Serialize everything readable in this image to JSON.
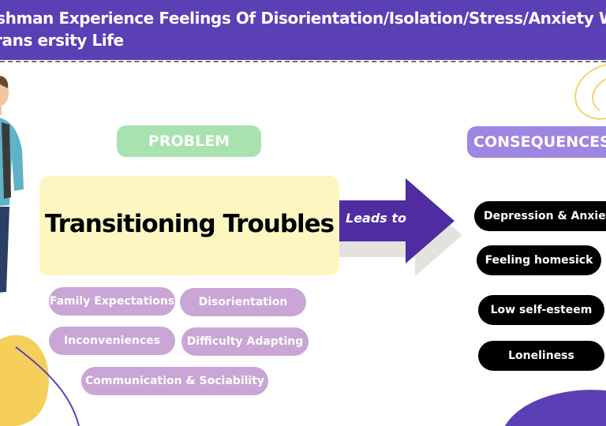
{
  "header": {
    "title": "eshman Experience Feelings Of Disorientation/Isolation/Stress/Anxiety When Trans ersity Life"
  },
  "diagram": {
    "problem_label": "PROBLEM",
    "consequences_label": "CONSEQUENCES",
    "main_problem": "Transitioning Troubles",
    "arrow_label": "Leads to",
    "causes": [
      "Family Expectations",
      "Disorientation",
      "Inconveniences",
      "Difficulty Adapting",
      "Communication & Sociability"
    ],
    "consequences": [
      "Depression & Anxiety",
      "Feeling homesick",
      "Low self-esteem",
      "Loneliness"
    ]
  },
  "colors": {
    "banner": "#5b3fb5",
    "problem_tag": "#a8e2ae",
    "consequences_tag": "#9f86e2",
    "main_box": "#fdf6c0",
    "cause_pill": "#c9a6d5",
    "effect_pill": "#000000",
    "arrow": "#4f2ca2"
  },
  "icons": {
    "illustration_left": "student-figure-illustration",
    "arrow": "right-arrow-icon"
  }
}
